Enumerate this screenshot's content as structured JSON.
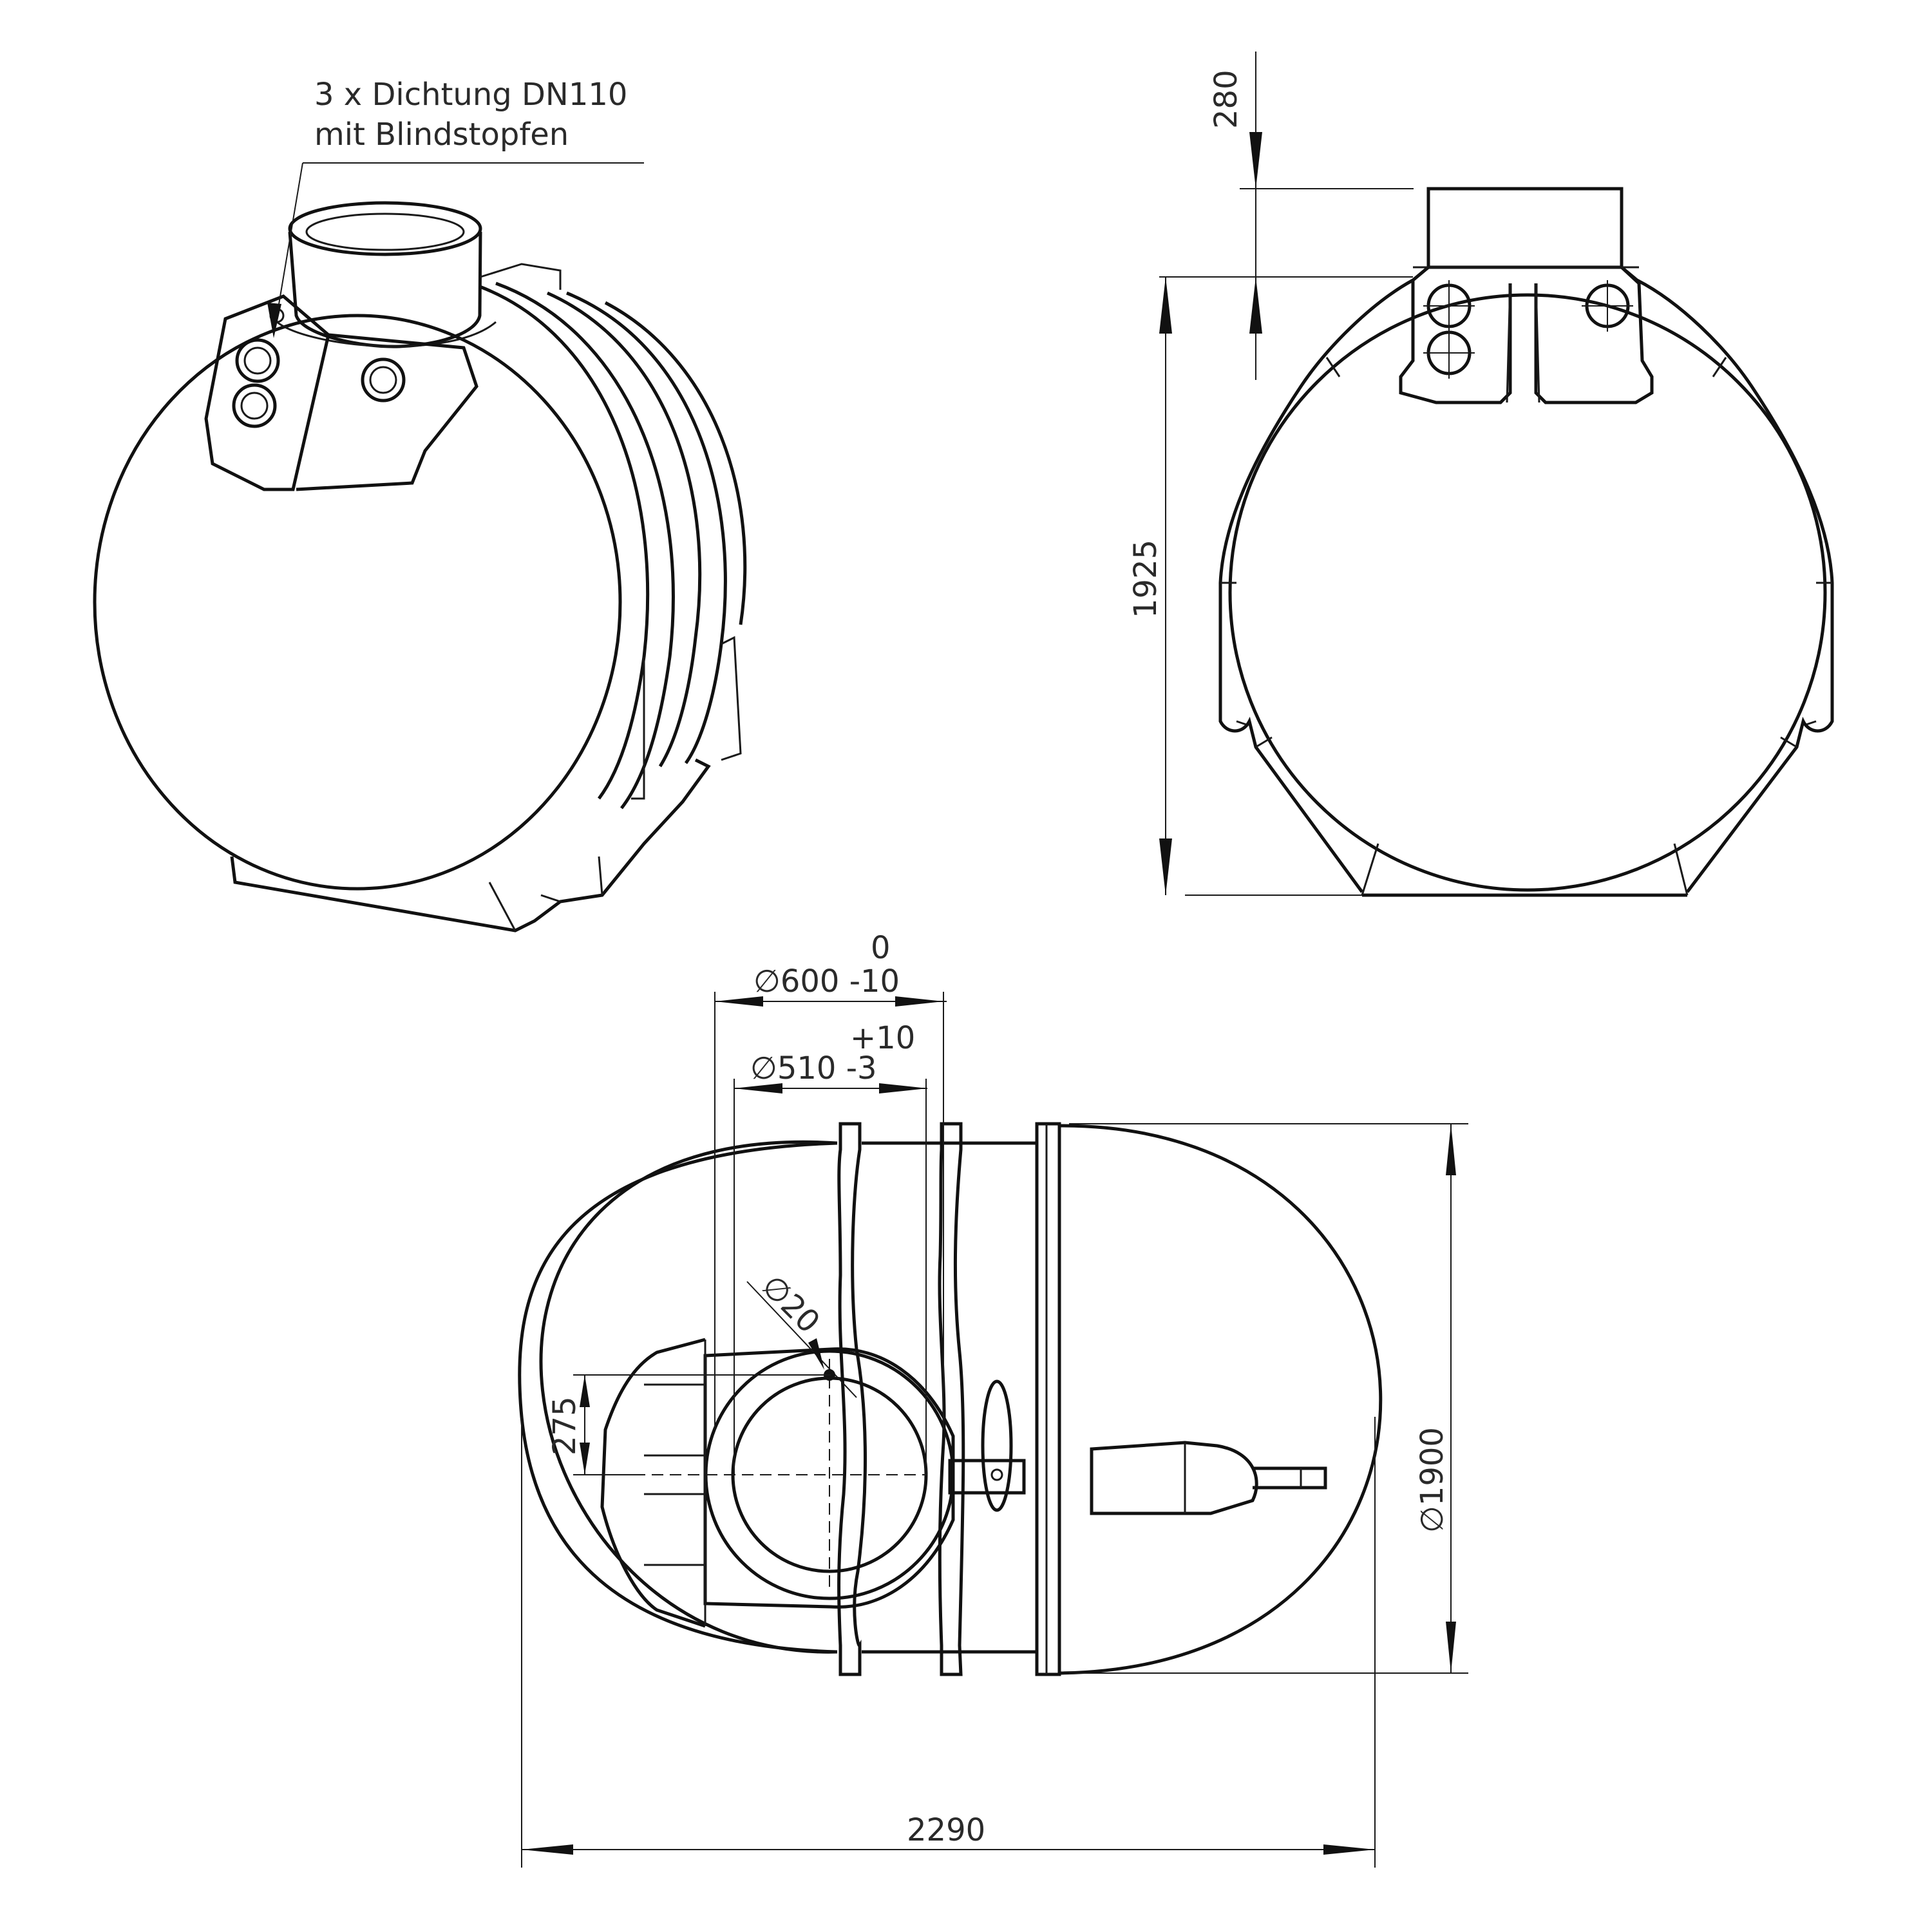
{
  "callout": {
    "line1": "3 x Dichtung DN110",
    "line2": "mit Blindstopfen"
  },
  "dimensions": {
    "top_height": "280",
    "total_height": "1925",
    "upper_tol": "0",
    "d600_label": "∅600 -10",
    "lower_tol": "+10",
    "d510_label": "∅510 -3",
    "d20_label": "∅20",
    "offset_275": "275",
    "diameter_1900": "∅1900",
    "length_2290": "2290"
  }
}
